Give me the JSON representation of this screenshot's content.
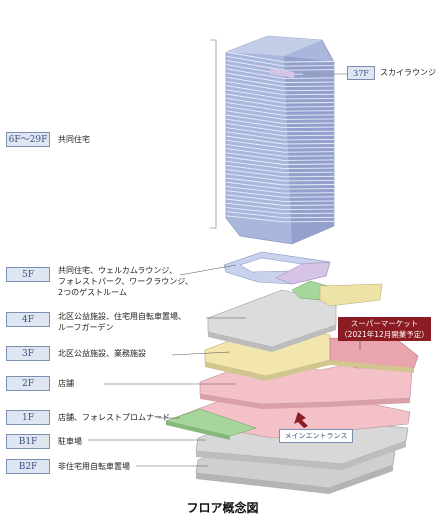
{
  "callouts": {
    "sky_tag": "37F",
    "sky_text": "スカイラウンジ",
    "supermarket_line1": "スーパーマーケット",
    "supermarket_line2": "（2021年12月開業予定）",
    "entrance": "メインエントランス"
  },
  "floors": [
    {
      "id": "upper",
      "tag": "6F〜29F",
      "lines": [
        "共同住宅"
      ]
    },
    {
      "id": "5f",
      "tag": "5F",
      "lines": [
        "共同住宅、ウェルカムラウンジ、",
        "フォレストパーク、ワークラウンジ、",
        "2つのゲストルーム"
      ]
    },
    {
      "id": "4f",
      "tag": "4F",
      "lines": [
        "北区公益施設、住宅用自転車置場、",
        "ルーフガーデン"
      ]
    },
    {
      "id": "3f",
      "tag": "3F",
      "lines": [
        "北区公益施設、業務施設"
      ]
    },
    {
      "id": "2f",
      "tag": "2F",
      "lines": [
        "店舗"
      ]
    },
    {
      "id": "1f",
      "tag": "1F",
      "lines": [
        "店舗、フォレストプロムナード"
      ]
    },
    {
      "id": "b1f",
      "tag": "B1F",
      "lines": [
        "駐車場"
      ]
    },
    {
      "id": "b2f",
      "tag": "B2F",
      "lines": [
        "非住宅用自転車置場"
      ]
    }
  ],
  "caption": "フロア概念図",
  "colors": {
    "tower": "#aab7dc",
    "tower_stripe": "#e9eefa",
    "residential": "#c9d2ec",
    "lounge": "#d6c4e6",
    "forest": "#a6d79a",
    "garden": "#eee3a6",
    "public": "#f2e6ad",
    "shop": "#f4c1c8",
    "supermarket": "#e9a4ae",
    "parking": "#d6d6d6",
    "market_box": "#8b1c24",
    "tag_border": "#7b8fb3"
  }
}
